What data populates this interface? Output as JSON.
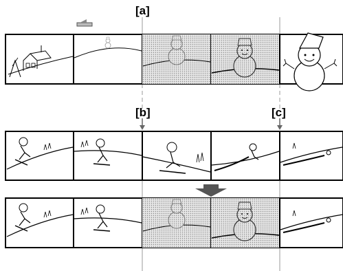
{
  "markers": {
    "a": {
      "label": "[a]"
    },
    "b": {
      "label": "[b]"
    },
    "c": {
      "label": "[c]"
    }
  },
  "strips": [
    {
      "id": "top",
      "frames": [
        "snowy-house",
        "hill-small-snowman",
        "snowman-small-dotted",
        "snowman-dotted",
        "snowman-closeup"
      ]
    },
    {
      "id": "middle",
      "frames": [
        "skier-1",
        "skier-2",
        "skier-3",
        "skier-4",
        "slope-tracks"
      ]
    },
    {
      "id": "bottom",
      "frames": [
        "skier-1",
        "skier-2",
        "snowman-small-dotted",
        "snowman-dotted",
        "slope-tracks"
      ]
    }
  ],
  "icons": {
    "arrow": "down-arrow-icon",
    "tape": "tape-icon"
  },
  "colors": {
    "line": "#000000",
    "guide": "#999999",
    "dotted": "#cfcfcf",
    "arrow": "#555555"
  }
}
